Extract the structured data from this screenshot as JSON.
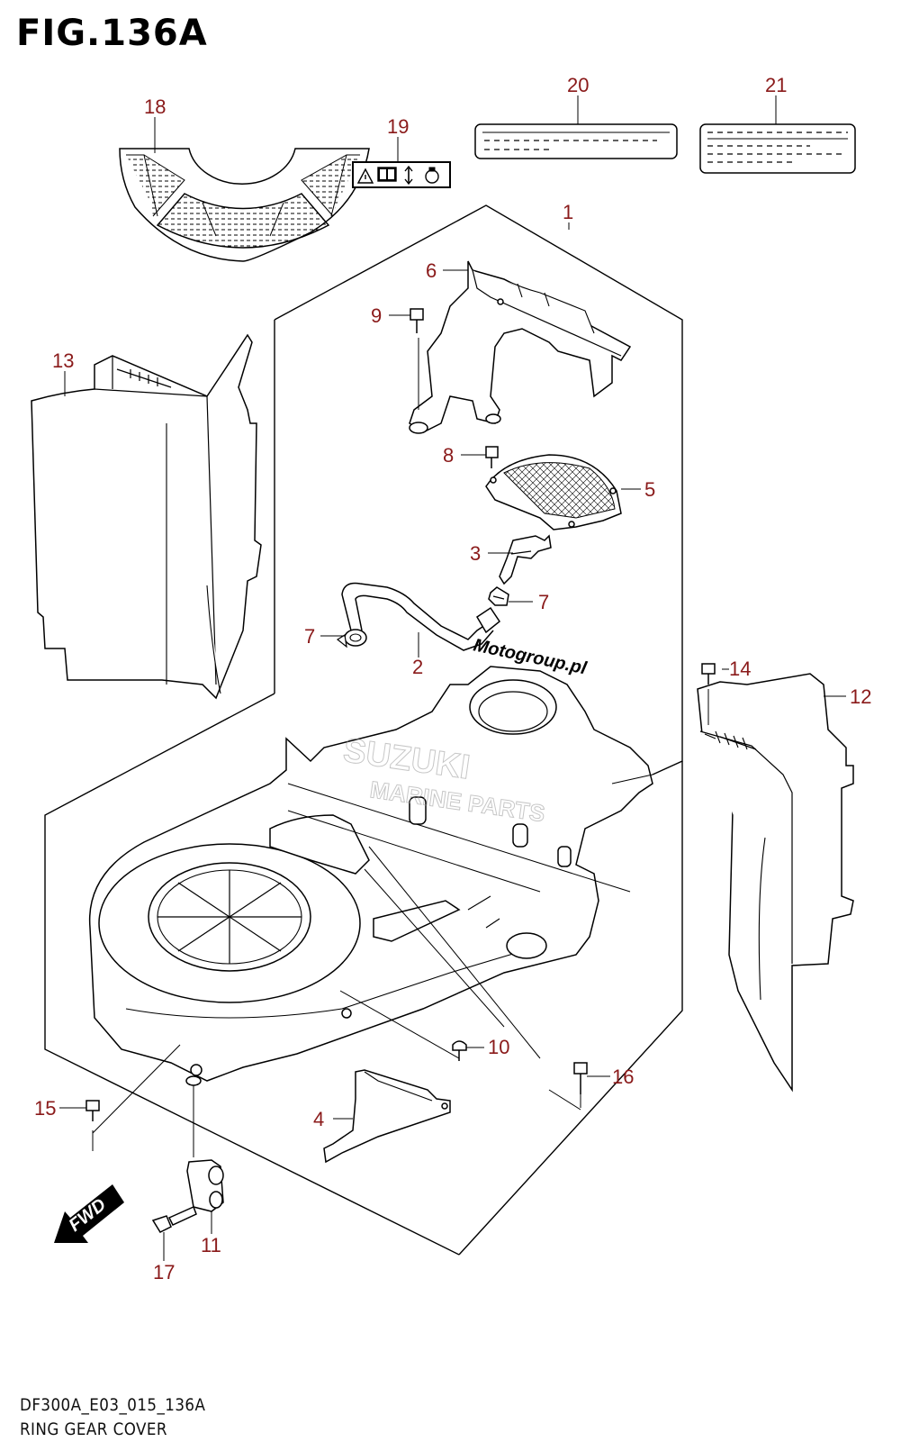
{
  "figure": {
    "title": "FIG.136A",
    "code": "DF300A_E03_015_136A",
    "name": "RING GEAR COVER"
  },
  "callouts": {
    "c1": "1",
    "c2": "2",
    "c3": "3",
    "c4": "4",
    "c5": "5",
    "c6": "6",
    "c7a": "7",
    "c7b": "7",
    "c8": "8",
    "c9": "9",
    "c10": "10",
    "c11": "11",
    "c12": "12",
    "c13": "13",
    "c14": "14",
    "c15": "15",
    "c16": "16",
    "c17": "17",
    "c18": "18",
    "c19": "19",
    "c20": "20",
    "c21": "21"
  },
  "watermark": {
    "site": "Motogroup.pl",
    "brand": "SUZUKI",
    "sub": "MARINE PARTS"
  },
  "fwd_label": "FWD",
  "colors": {
    "callout": "#8a1a1a",
    "line": "#000000",
    "background": "#ffffff"
  }
}
